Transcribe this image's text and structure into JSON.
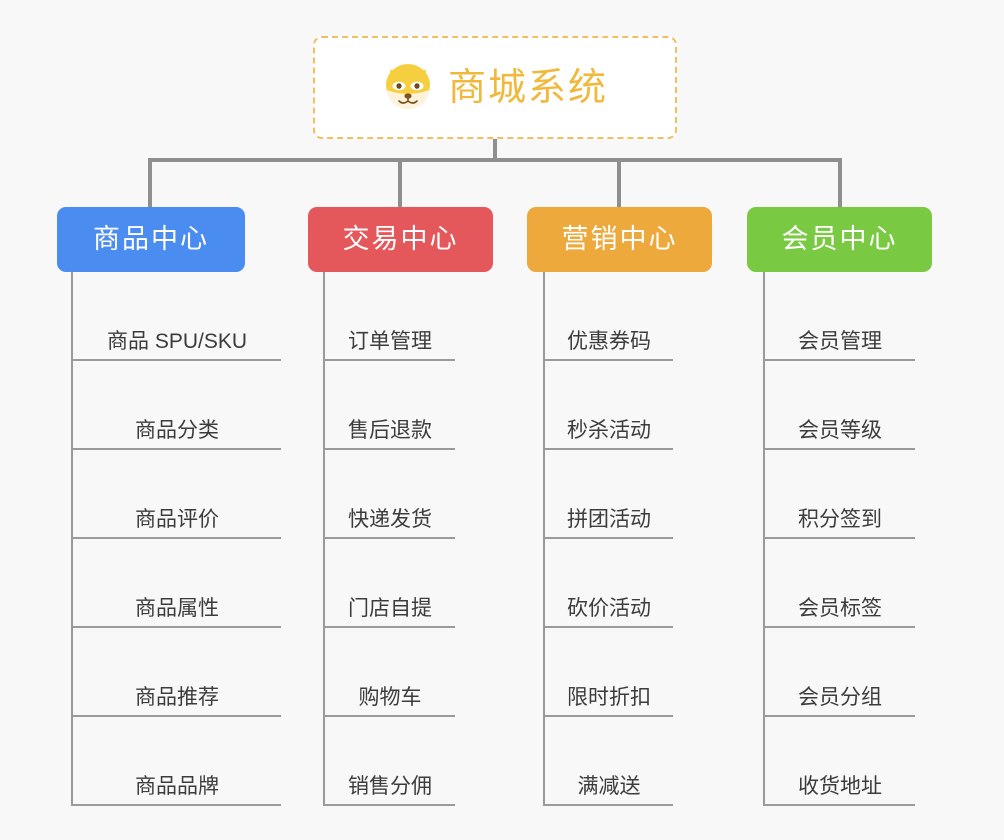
{
  "diagram": {
    "background_color": "#f8f8f8",
    "connector_color": "#8f8f8f",
    "leaf_line_color": "#9a9a9a",
    "root": {
      "title": "商城系统",
      "icon": "shiba-dog-face-icon",
      "text_color": "#f0b93c",
      "border_color": "#f0c060",
      "background_color": "#ffffff"
    },
    "categories": [
      {
        "label": "商品中心",
        "color": "#4a8cf0",
        "items": [
          "商品 SPU/SKU",
          "商品分类",
          "商品评价",
          "商品属性",
          "商品推荐",
          "商品品牌"
        ]
      },
      {
        "label": "交易中心",
        "color": "#e4585b",
        "items": [
          "订单管理",
          "售后退款",
          "快递发货",
          "门店自提",
          "购物车",
          "销售分佣"
        ]
      },
      {
        "label": "营销中心",
        "color": "#eda93c",
        "items": [
          "优惠券码",
          "秒杀活动",
          "拼团活动",
          "砍价活动",
          "限时折扣",
          "满减送"
        ]
      },
      {
        "label": "会员中心",
        "color": "#7ac943",
        "items": [
          "会员管理",
          "会员等级",
          "积分签到",
          "会员标签",
          "会员分组",
          "收货地址"
        ]
      }
    ]
  }
}
